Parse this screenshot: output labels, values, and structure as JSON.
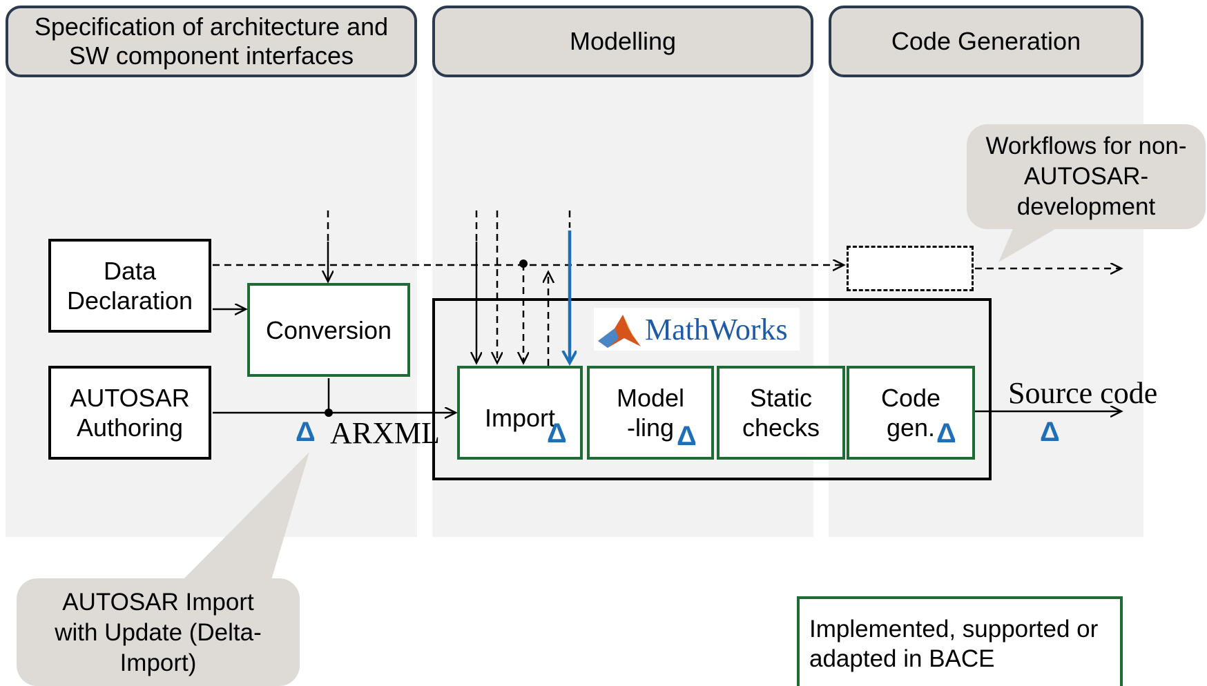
{
  "headers": {
    "spec": "Specification of architecture and SW component interfaces",
    "modelling": "Modelling",
    "codegen": "Code Generation"
  },
  "boxes": {
    "data_declaration": "Data Declaration",
    "autosar_authoring": "AUTOSAR Authoring",
    "conversion": "Conversion",
    "import": "Import",
    "modelling": "Model-ling",
    "static_checks": "Static checks",
    "code_gen": "Code gen."
  },
  "labels": {
    "arxml": "ARXML",
    "source_code": "Source code",
    "mathworks": "MathWorks",
    "delta": "Δ"
  },
  "callouts": {
    "non_autosar": "Workflows for non-AUTOSAR-development",
    "delta_import": "AUTOSAR Import with Update (Delta-Import)"
  },
  "legend": {
    "text": "Implemented, supported or adapted in BACE"
  },
  "colors": {
    "header_fill": "#dedbd6",
    "header_border": "#2b3a4e",
    "column_bg": "#f2f2f2",
    "green_border": "#1e6b35",
    "delta_blue": "#1f6fb8"
  }
}
